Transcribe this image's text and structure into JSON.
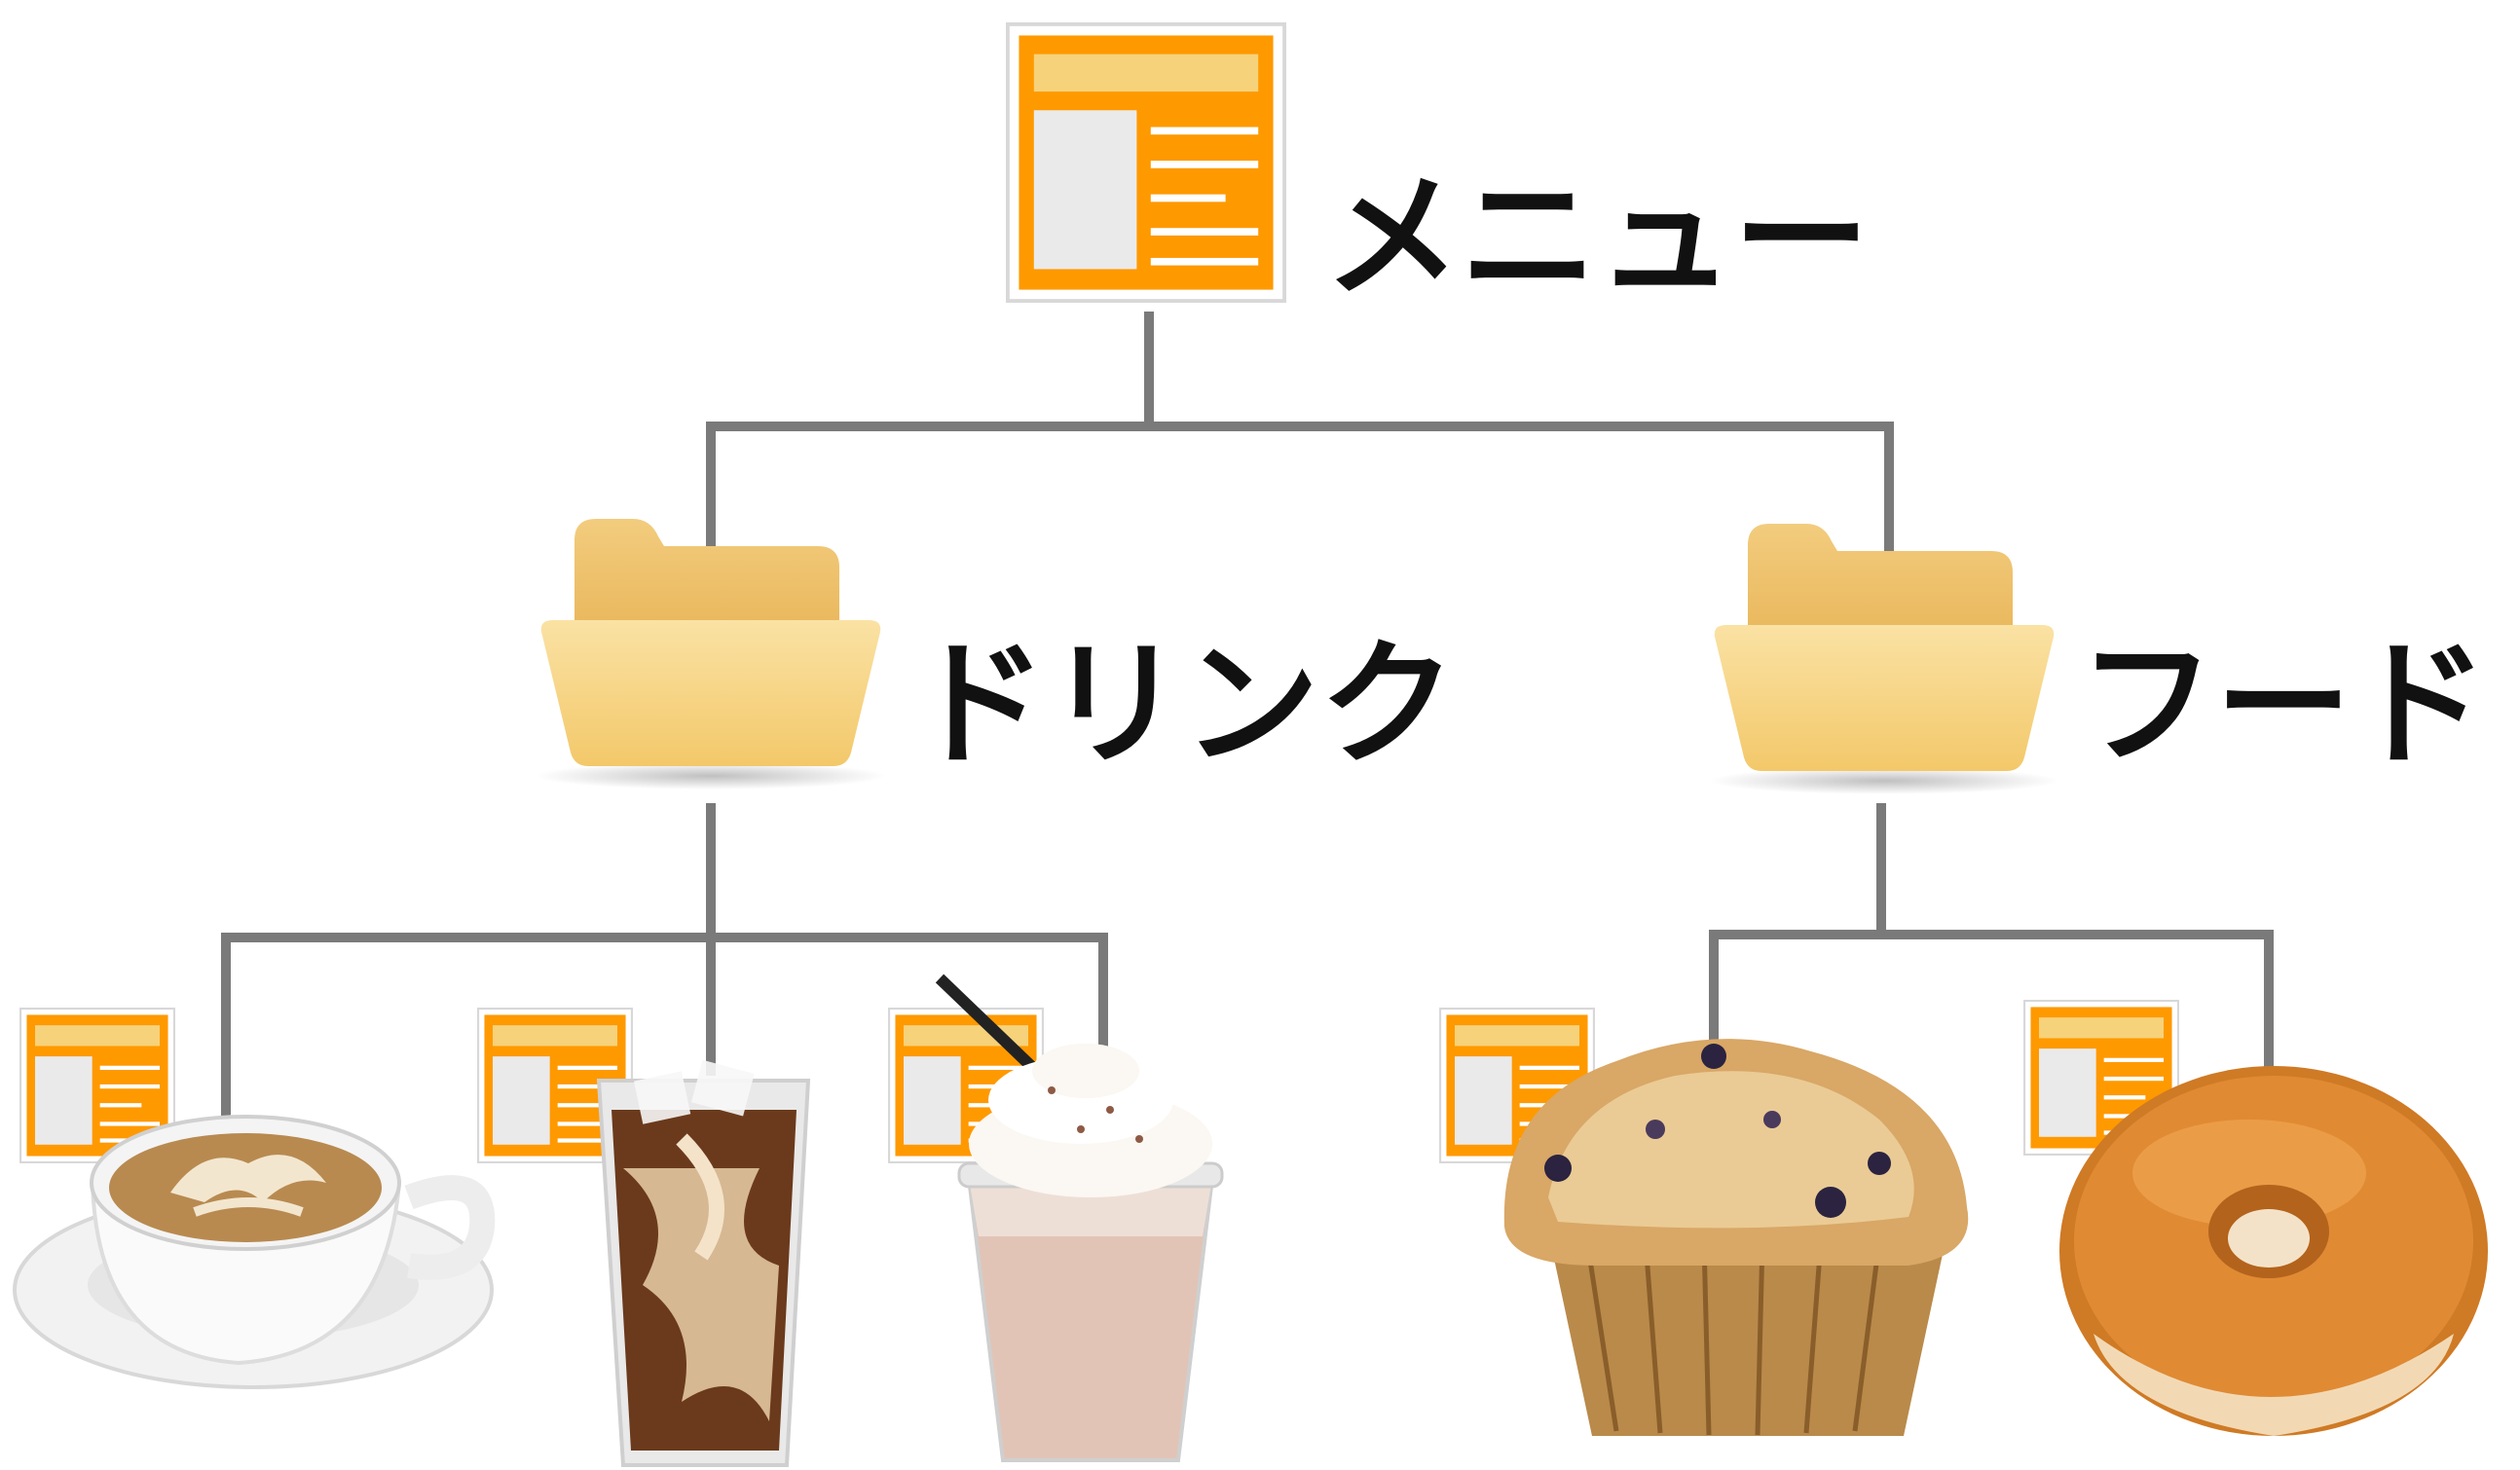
{
  "root": {
    "label": "メニュー",
    "icon": "document-icon",
    "color": "#FF9900"
  },
  "categories": [
    {
      "label": "ドリンク",
      "icon": "folder-icon",
      "items": [
        {
          "icon": "document-icon",
          "image": "latte-cup-image"
        },
        {
          "icon": "document-icon",
          "image": "iced-coffee-image"
        },
        {
          "icon": "document-icon",
          "image": "frappe-image"
        }
      ]
    },
    {
      "label": "フード",
      "icon": "folder-icon",
      "items": [
        {
          "icon": "document-icon",
          "image": "blueberry-muffin-image"
        },
        {
          "icon": "document-icon",
          "image": "glazed-donut-image"
        }
      ]
    }
  ],
  "colors": {
    "document": "#FF9900",
    "folder": "#F5CF7A",
    "connector": "#7A7A7A"
  }
}
